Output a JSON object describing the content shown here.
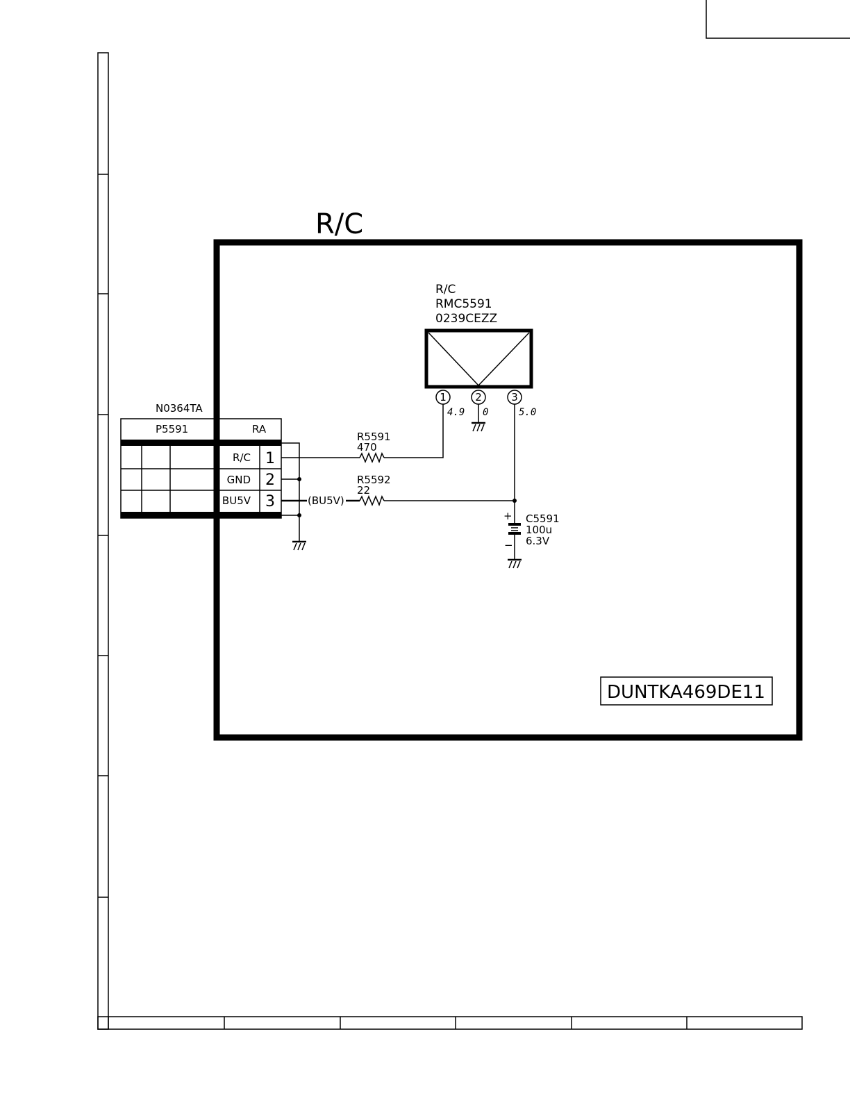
{
  "block_title": "R/C",
  "module": {
    "ref": "R/C",
    "part": "RMC5591",
    "code": "0239CEZZ",
    "pins": [
      "1",
      "2",
      "3"
    ],
    "voltages": [
      "4.9",
      "0",
      "5.0"
    ]
  },
  "connector": {
    "part_number": "N0364TA",
    "ref": "P5591",
    "type": "RA",
    "rows": [
      {
        "signal": "R/C",
        "pin": "1"
      },
      {
        "signal": "GND",
        "pin": "2"
      },
      {
        "signal": "BU5V",
        "pin": "3"
      }
    ]
  },
  "net_label": "(BU5V)",
  "r5591": {
    "ref": "R5591",
    "value": "470"
  },
  "r5592": {
    "ref": "R5592",
    "value": "22"
  },
  "c5591": {
    "ref": "C5591",
    "value": "100u",
    "voltage": "6.3V",
    "plus": "+",
    "minus": "−"
  },
  "pwb_code": "DUNTKA469DE11"
}
